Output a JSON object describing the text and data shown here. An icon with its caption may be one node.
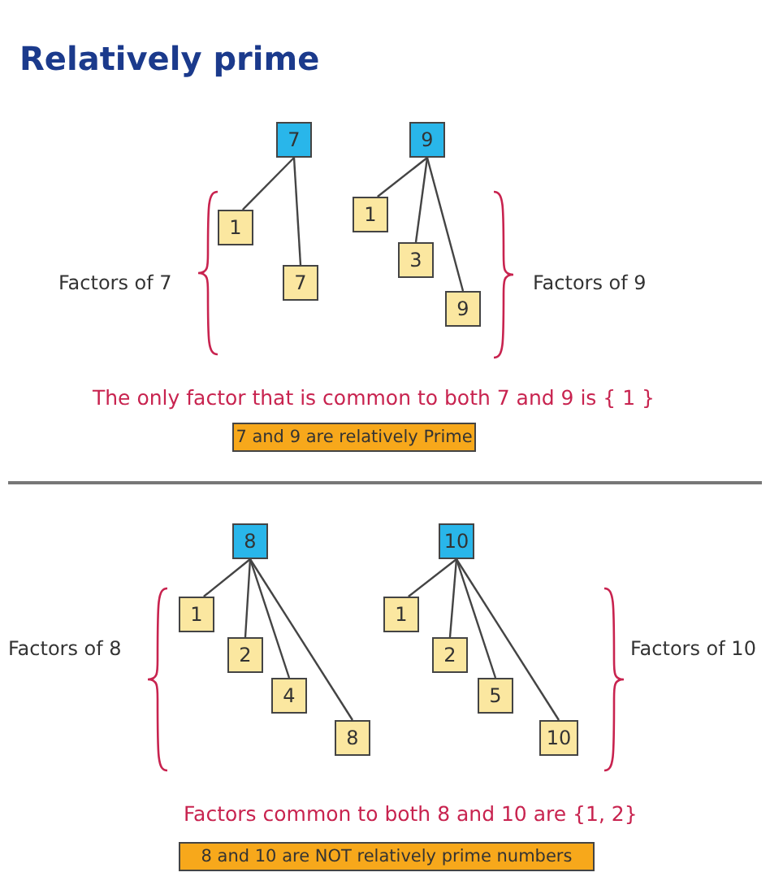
{
  "diagram": {
    "title": "Relatively prime",
    "nodes": [
      {
        "text": [
          "7"
        ]
      },
      {
        "text": [
          "9"
        ]
      },
      {
        "text": [
          "1"
        ]
      },
      {
        "text": [
          "7"
        ]
      },
      {
        "text": [
          "1"
        ]
      },
      {
        "text": [
          "3"
        ]
      },
      {
        "text": [
          "9"
        ]
      },
      {
        "text": [
          "7 and 9 are relatively Prime"
        ]
      },
      {
        "text": [
          "8"
        ]
      },
      {
        "text": [
          "10"
        ]
      },
      {
        "text": [
          "1"
        ]
      },
      {
        "text": [
          "2"
        ]
      },
      {
        "text": [
          "4"
        ]
      },
      {
        "text": [
          "8"
        ]
      },
      {
        "text": [
          "1"
        ]
      },
      {
        "text": [
          "2"
        ]
      },
      {
        "text": [
          "5"
        ]
      },
      {
        "text": [
          "10"
        ]
      },
      {
        "text": [
          "8 and 10 are NOT relatively prime numbers"
        ]
      }
    ],
    "edges": [
      {
        "from": 0,
        "to": 2,
        "arrow": "none"
      },
      {
        "from": 0,
        "to": 3,
        "arrow": "none"
      },
      {
        "from": 1,
        "to": 4,
        "arrow": "none"
      },
      {
        "from": 1,
        "to": 5,
        "arrow": "none"
      },
      {
        "from": 1,
        "to": 6,
        "arrow": "none"
      },
      {
        "from": 8,
        "to": 10,
        "arrow": "none"
      },
      {
        "from": 8,
        "to": 11,
        "arrow": "none"
      },
      {
        "from": 8,
        "to": 12,
        "arrow": "none"
      },
      {
        "from": 8,
        "to": 13,
        "arrow": "none"
      },
      {
        "from": 9,
        "to": 14,
        "arrow": "none"
      },
      {
        "from": 9,
        "to": 15,
        "arrow": "none"
      },
      {
        "from": 9,
        "to": 16,
        "arrow": "none"
      },
      {
        "from": 9,
        "to": 17,
        "arrow": "none"
      }
    ],
    "labels": [
      "Factors of 7",
      "Factors of 9",
      "The only factor that is common to both 7 and 9 is  { 1 }",
      "Factors of 8",
      "Factors of 10",
      "Factors common to both 8 and 10 are {1, 2}"
    ]
  }
}
